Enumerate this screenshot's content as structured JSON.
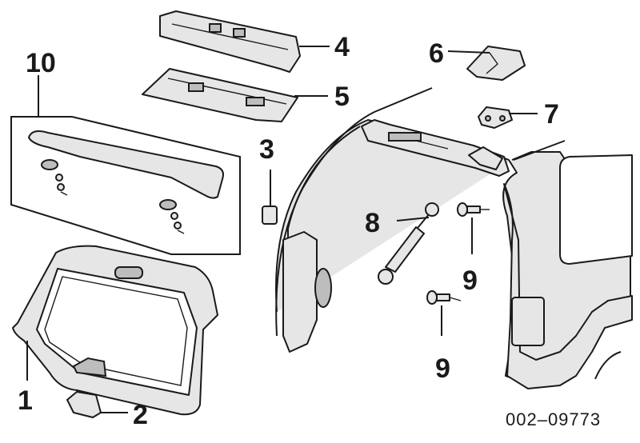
{
  "diagram": {
    "callouts": {
      "c1": "1",
      "c2": "2",
      "c3": "3",
      "c4": "4",
      "c5": "5",
      "c6": "6",
      "c7": "7",
      "c8": "8",
      "c9a": "9",
      "c9b": "9",
      "c10": "10"
    },
    "reference_number": "002–09773"
  }
}
